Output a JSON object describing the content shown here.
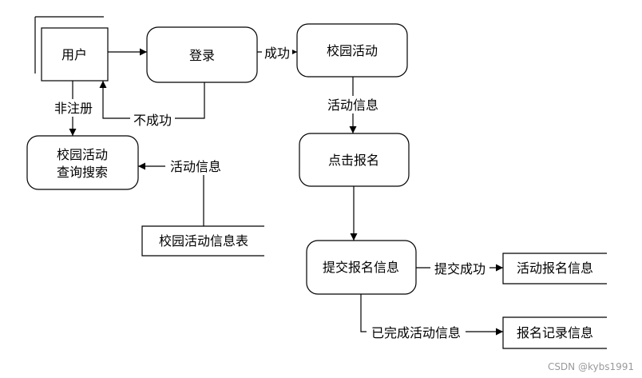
{
  "nodes": {
    "user": "用户",
    "login": "登录",
    "campus_activity": "校园活动",
    "query_search_line1": "校园活动",
    "query_search_line2": "查询搜索",
    "click_signup": "点击报名",
    "submit_signup": "提交报名信息",
    "activity_info_table": "校园活动信息表",
    "activity_signup_info": "活动报名信息",
    "signup_record_info": "报名记录信息"
  },
  "edges": {
    "success": "成功",
    "failure": "不成功",
    "not_registered": "非注册",
    "activity_info_down": "活动信息",
    "activity_info_left": "活动信息",
    "submit_success": "提交成功",
    "completed_activity_info": "已完成活动信息"
  },
  "watermark": "CSDN @kybs1991"
}
